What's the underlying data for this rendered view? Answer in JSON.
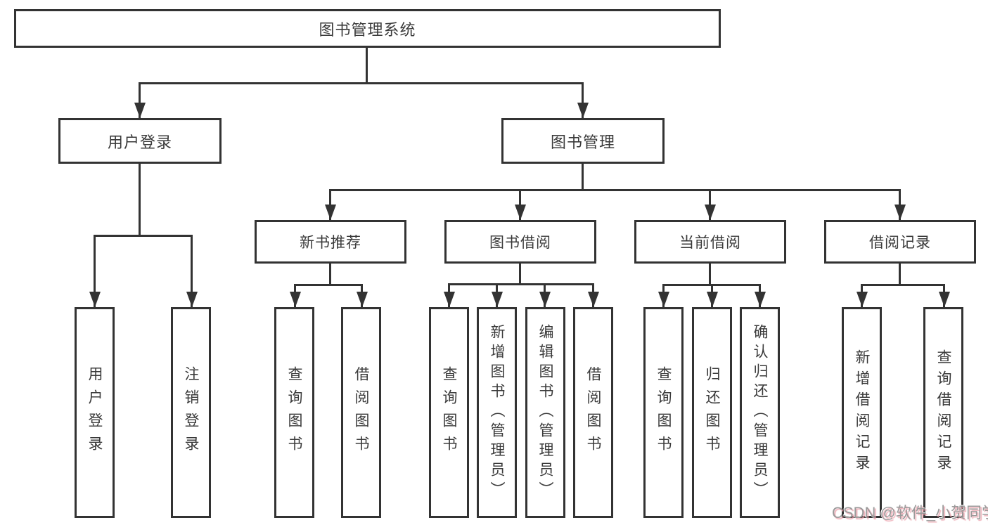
{
  "root_label": "图书管理系统",
  "l2": [
    "用户登录",
    "图书管理"
  ],
  "l3": [
    "新书推荐",
    "图书借阅",
    "当前借阅",
    "借阅记录"
  ],
  "leaves": {
    "user_login": [
      "用户登录",
      "注销登录"
    ],
    "new_books": [
      "查询图书",
      "借阅图书"
    ],
    "book_borrow": [
      "查询图书",
      "新增图书（管理员）",
      "编辑图书（管理员）",
      "借阅图书"
    ],
    "current_borrow": [
      "查询图书",
      "归还图书",
      "确认归还（管理员）"
    ],
    "borrow_records": [
      "新增借阅记录",
      "查询借阅记录"
    ]
  },
  "watermark": "CSDN @软件_小贺同学",
  "colors": {
    "line": "#333333",
    "text": "#3a3a3a",
    "watermark_gray": "#9a9a9a",
    "watermark_shadow_pink": "#ebaaaa",
    "background": "#ffffff"
  }
}
